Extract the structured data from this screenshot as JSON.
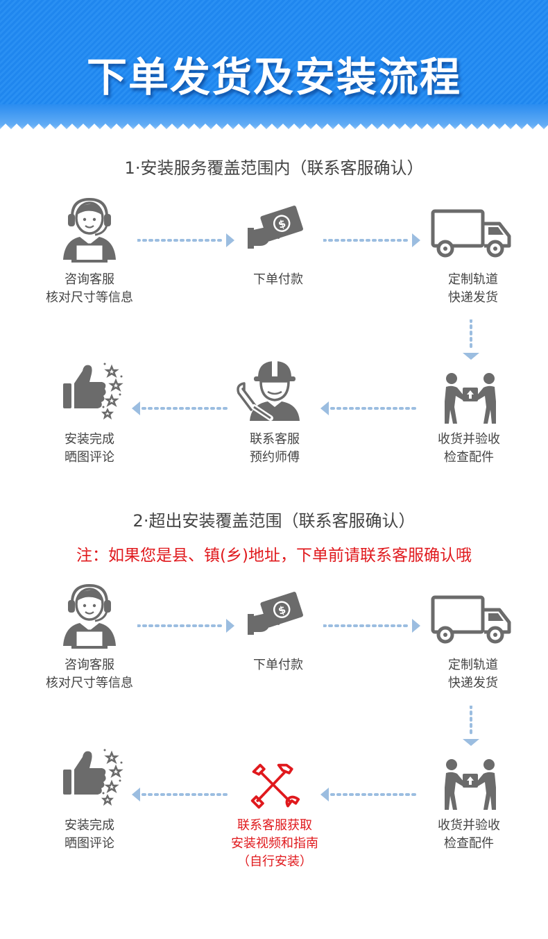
{
  "header": {
    "title": "下单发货及安装流程"
  },
  "section1": {
    "heading": "1·安装服务覆盖范围内（联系客服确认）",
    "steps": [
      {
        "icon": "customer-service-icon",
        "line1": "咨询客服",
        "line2": "核对尺寸等信息"
      },
      {
        "icon": "payment-icon",
        "line1": "下单付款"
      },
      {
        "icon": "truck-icon",
        "line1": "定制轨道",
        "line2": "快递发货"
      },
      {
        "icon": "delivery-handover-icon",
        "line1": "收货并验收",
        "line2": "检查配件"
      },
      {
        "icon": "installer-worker-icon",
        "line1": "联系客服",
        "line2": "预约师傅"
      },
      {
        "icon": "thumbs-up-stars-icon",
        "line1": "安装完成",
        "line2": "晒图评论"
      }
    ]
  },
  "section2": {
    "heading": "2·超出安装覆盖范围（联系客服确认）",
    "note": "注：如果您是县、镇(乡)地址，下单前请联系客服确认哦",
    "steps": [
      {
        "icon": "customer-service-icon",
        "line1": "咨询客服",
        "line2": "核对尺寸等信息"
      },
      {
        "icon": "payment-icon",
        "line1": "下单付款"
      },
      {
        "icon": "truck-icon",
        "line1": "定制轨道",
        "line2": "快递发货"
      },
      {
        "icon": "delivery-handover-icon",
        "line1": "收货并验收",
        "line2": "检查配件"
      },
      {
        "icon": "tools-icon",
        "line1": "联系客服获取",
        "line2": "安装视频和指南",
        "line3": "（自行安装）"
      },
      {
        "icon": "thumbs-up-stars-icon",
        "line1": "安装完成",
        "line2": "晒图评论"
      }
    ]
  },
  "colors": {
    "header_blue": "#1f86ee",
    "icon_gray": "#6b6b6b",
    "arrow_blue": "#9bbde0",
    "note_red": "#e0191d"
  }
}
